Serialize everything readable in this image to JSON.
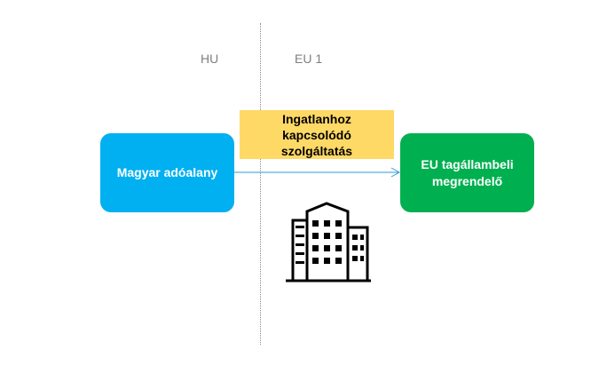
{
  "regions": {
    "left_label": "HU",
    "right_label": "EU 1"
  },
  "nodes": {
    "hungarian_taxpayer": "Magyar adóalany",
    "eu_customer": "EU tagállambeli megrendelő"
  },
  "service": {
    "label": "Ingatlanhoz kapcsolódó szolgáltatás"
  },
  "icons": {
    "building": "building-icon"
  },
  "colors": {
    "hu_node": "#00b0f0",
    "eu_node": "#00b050",
    "service_box": "#ffd966",
    "arrow": "#2e9bd6"
  }
}
